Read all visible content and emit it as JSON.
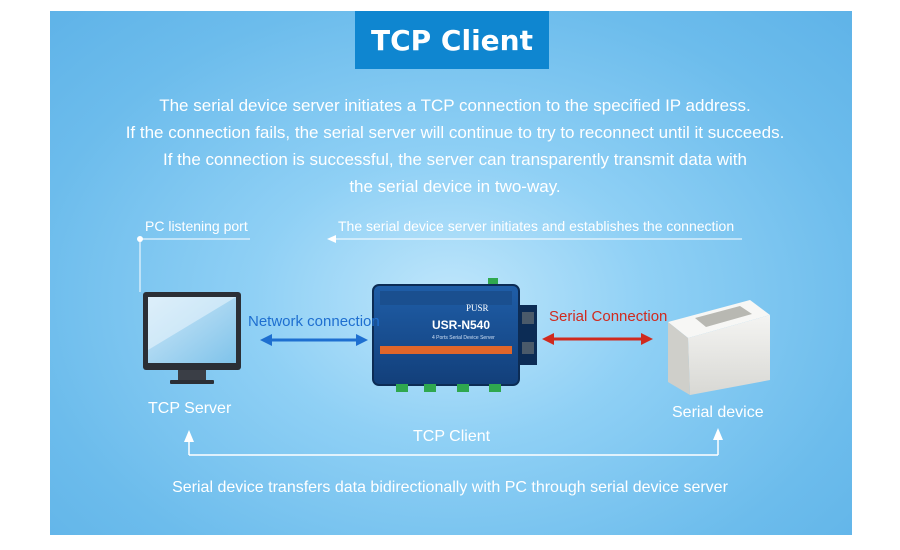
{
  "title": "TCP Client",
  "description": [
    "The serial device server initiates a TCP connection to the specified IP address.",
    "If the connection fails, the serial server will continue to try to reconnect until it succeeds.",
    "If the connection is successful, the server can transparently transmit data with",
    "the serial device in two-way."
  ],
  "labels": {
    "pc_port": "PC listening port",
    "initiates": "The serial device server initiates and establishes the connection",
    "network_connection": "Network connection",
    "serial_connection": "Serial Connection",
    "tcp_server": "TCP Server",
    "serial_device": "Serial device",
    "tcp_client": "TCP Client",
    "footer": "Serial device transfers data bidirectionally with PC through serial device server"
  },
  "device": {
    "brand": "PUSR",
    "model": "USR-N540",
    "subtitle": "4 Ports Serial Device Server"
  },
  "colors": {
    "title_bg": "#0f86d0",
    "network_arrow": "#1e6fd0",
    "serial_arrow": "#d02a1e"
  }
}
